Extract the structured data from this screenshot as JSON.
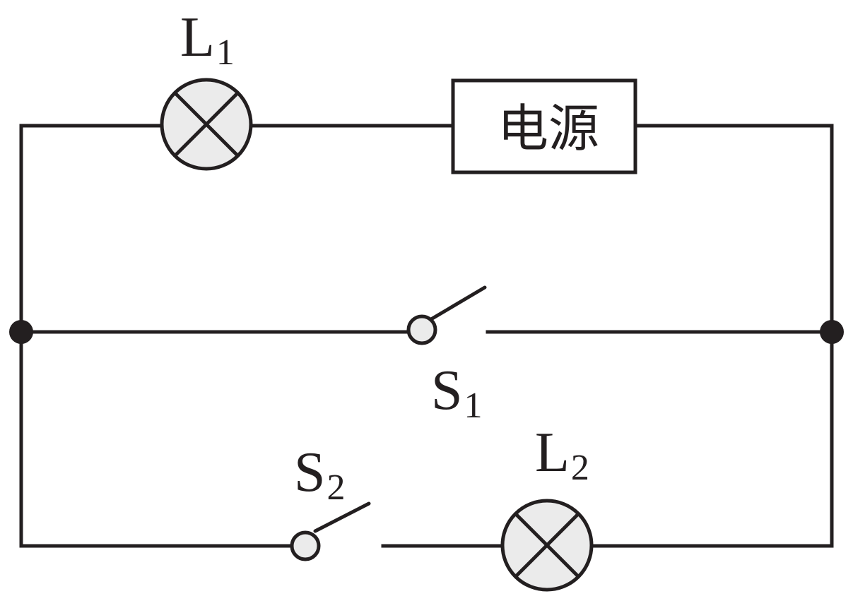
{
  "labels": {
    "lamp1": {
      "main": "L",
      "sub": "1"
    },
    "lamp2": {
      "main": "L",
      "sub": "2"
    },
    "switch1": {
      "main": "S",
      "sub": "1"
    },
    "switch2": {
      "main": "S",
      "sub": "2"
    },
    "power_source": "电源"
  }
}
